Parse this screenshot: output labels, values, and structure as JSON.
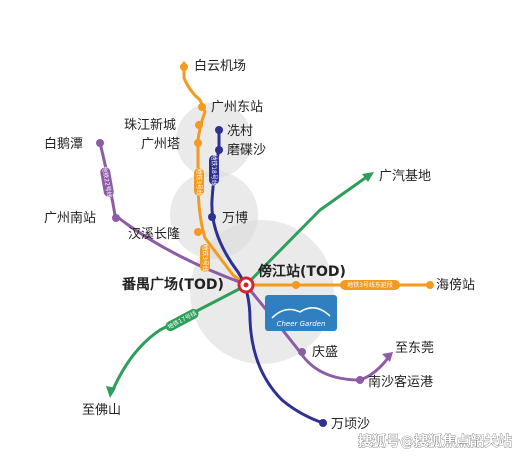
{
  "colors": {
    "orange": "#F39A1F",
    "navy": "#2E3192",
    "purple": "#8E5BA6",
    "green": "#2E9E5B",
    "red": "#D7262B",
    "zone": "#D9D9D9",
    "logo_bg": "#2F7FC1"
  },
  "stations": {
    "baiyun_airport": "白云机场",
    "guangzhou_east": "广州东站",
    "zhujiang_newtown": "珠江新城",
    "canton_tower": "广州塔",
    "xiancun": "冼村",
    "modiesha": "磨碟沙",
    "baietan": "白鹅潭",
    "guangzhou_south": "广州南站",
    "hanxi_changlong": "汉溪长隆",
    "wanbo": "万博",
    "guangqi_base": "广汽基地",
    "panyu_square": "番禺广场(TOD)",
    "pangjiang": "傍江站(TOD)",
    "haibang": "海傍站",
    "qingsheng": "庆盛",
    "to_dongguan": "至东莞",
    "nansha_port": "南沙客运港",
    "to_foshan": "至佛山",
    "wanqingsha": "万顷沙"
  },
  "line_tags": {
    "orange_line": "地铁3号线",
    "navy_line": "地铁18号线",
    "purple_line": "地铁22号线",
    "green_line": "地铁17号线",
    "east_ext": "地铁3号线东延段"
  },
  "logo_text": "Cheer Garden",
  "watermark": "搜狐号@搜狐焦点韶关站"
}
